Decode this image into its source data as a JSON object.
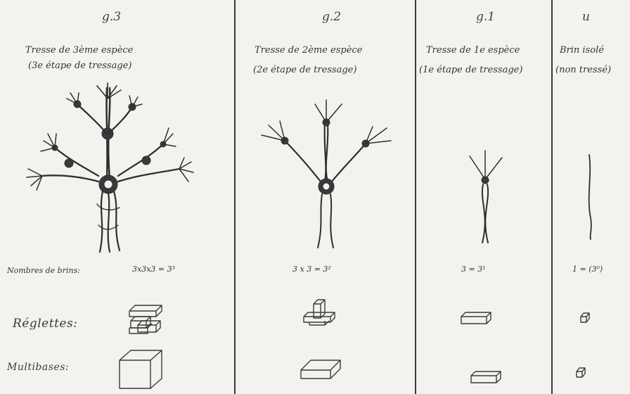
{
  "columns": [
    {
      "head": "g.3",
      "title": "Tresse de 3ème espèce",
      "subtitle": "(3e étape de tressage)",
      "count": "3x3x3 = 3³"
    },
    {
      "head": "g.2",
      "title": "Tresse de 2ème espèce",
      "subtitle": "(2e étape de tressage)",
      "count": "3 x 3 = 3²"
    },
    {
      "head": "g.1",
      "title": "Tresse de 1e espèce",
      "subtitle": "(1e étape de tressage)",
      "count": "3 = 3¹"
    },
    {
      "head": "u",
      "title": "Brin isolé",
      "subtitle": "(non tressé)",
      "count": "1 = (3⁰)"
    }
  ],
  "rows": {
    "count_label": "Nombres de brins:",
    "reglettes_label": "Réglettes:",
    "multibases_label": "Multibases:"
  }
}
